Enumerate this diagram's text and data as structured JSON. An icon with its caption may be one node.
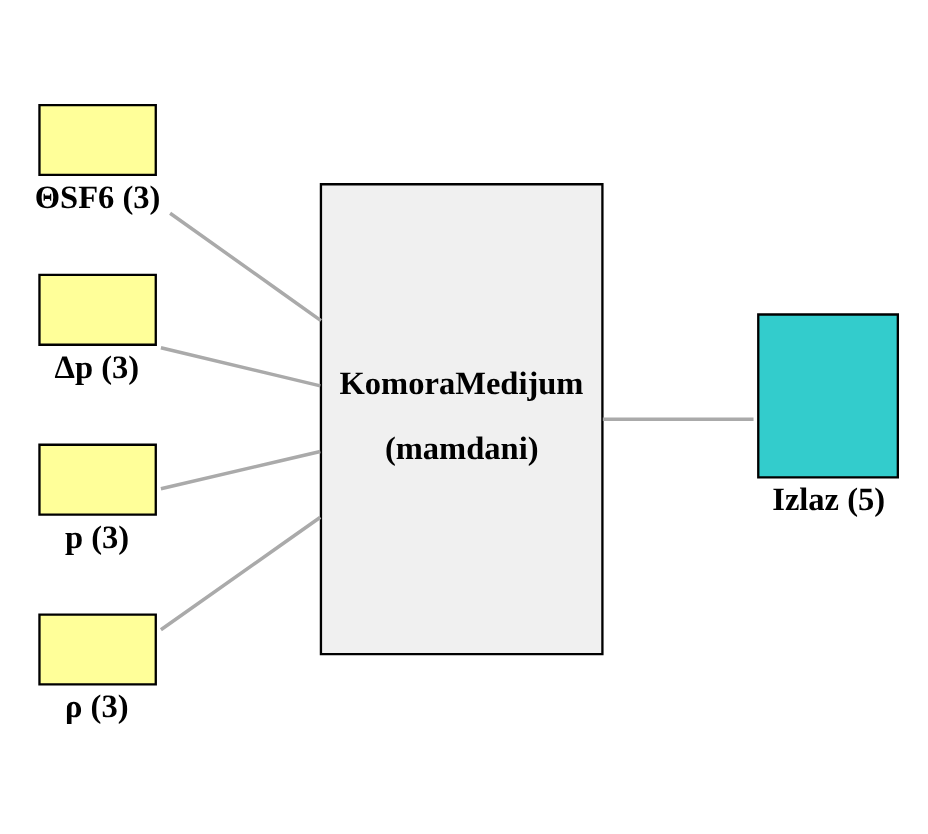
{
  "diagram": {
    "nodes": [
      {
        "text": [
          "ΘSF6 (3)"
        ]
      },
      {
        "text": [
          "Δp (3)"
        ]
      },
      {
        "text": [
          "p (3)"
        ]
      },
      {
        "text": [
          "ρ (3)"
        ]
      },
      {
        "text": [
          "KomoraMedijum",
          "(mamdani)"
        ]
      },
      {
        "text": [
          "Izlaz (5)"
        ]
      }
    ],
    "edges": [
      {
        "from": 0,
        "to": 4,
        "arrow": "none"
      },
      {
        "from": 1,
        "to": 4,
        "arrow": "none"
      },
      {
        "from": 2,
        "to": 4,
        "arrow": "none"
      },
      {
        "from": 3,
        "to": 4,
        "arrow": "none"
      },
      {
        "from": 4,
        "to": 5,
        "arrow": "none"
      }
    ]
  }
}
